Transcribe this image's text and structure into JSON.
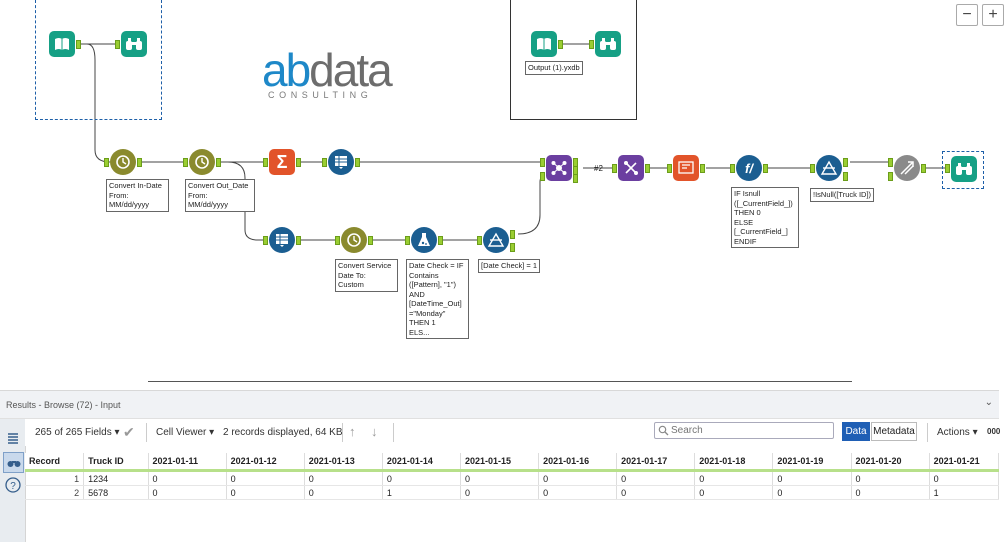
{
  "logo": {
    "main_ab": "ab",
    "main_data": "data",
    "sub": "CONSULTING"
  },
  "canvas": {
    "container_output_label": "Output (1).yxdb",
    "annotations": {
      "convert_in": "Convert In-Date\nFrom:\nMM/dd/yyyy",
      "convert_out": "Convert Out_Date\nFrom:\nMM/dd/yyyy",
      "convert_service": "Convert Service\nDate To:\nCustom",
      "date_check": "Date Check = IF\nContains\n([Pattern], \"1\")\nAND\n[DateTime_Out]\n=\"Monday\"\nTHEN 1\nELS...",
      "filter_date": "[Date Check] = 1",
      "isnull": "IF Isnull\n([_CurrentField_])\nTHEN 0\nELSE\n[_CurrentField_]\nENDIF",
      "filter_truck": "!IsNull([Truck ID])",
      "join_label": "#2"
    },
    "zoom_minus": "−",
    "zoom_plus": "+"
  },
  "results": {
    "title": "Results - Browse (72) - Input",
    "fields": "265 of 265 Fields",
    "cell_viewer": "Cell Viewer",
    "records_info": "2 records displayed, 64 KB",
    "search_placeholder": "Search",
    "data_btn": "Data",
    "metadata_btn": "Metadata",
    "actions": "Actions",
    "more": "000",
    "columns": [
      "Record",
      "Truck ID",
      "2021-01-11",
      "2021-01-12",
      "2021-01-13",
      "2021-01-14",
      "2021-01-15",
      "2021-01-16",
      "2021-01-17",
      "2021-01-18",
      "2021-01-19",
      "2021-01-20",
      "2021-01-21"
    ],
    "rows": [
      [
        "1",
        "1234",
        "0",
        "0",
        "0",
        "0",
        "0",
        "0",
        "0",
        "0",
        "0",
        "0",
        "0"
      ],
      [
        "2",
        "5678",
        "0",
        "0",
        "0",
        "1",
        "0",
        "0",
        "0",
        "0",
        "0",
        "0",
        "1"
      ]
    ]
  },
  "colors": {
    "accent": "#1f5fb5",
    "input_tool": "#16a085",
    "formula_tool": "#1b5e91",
    "transform": "#7b7b2a",
    "anchor": "#9acd32"
  }
}
